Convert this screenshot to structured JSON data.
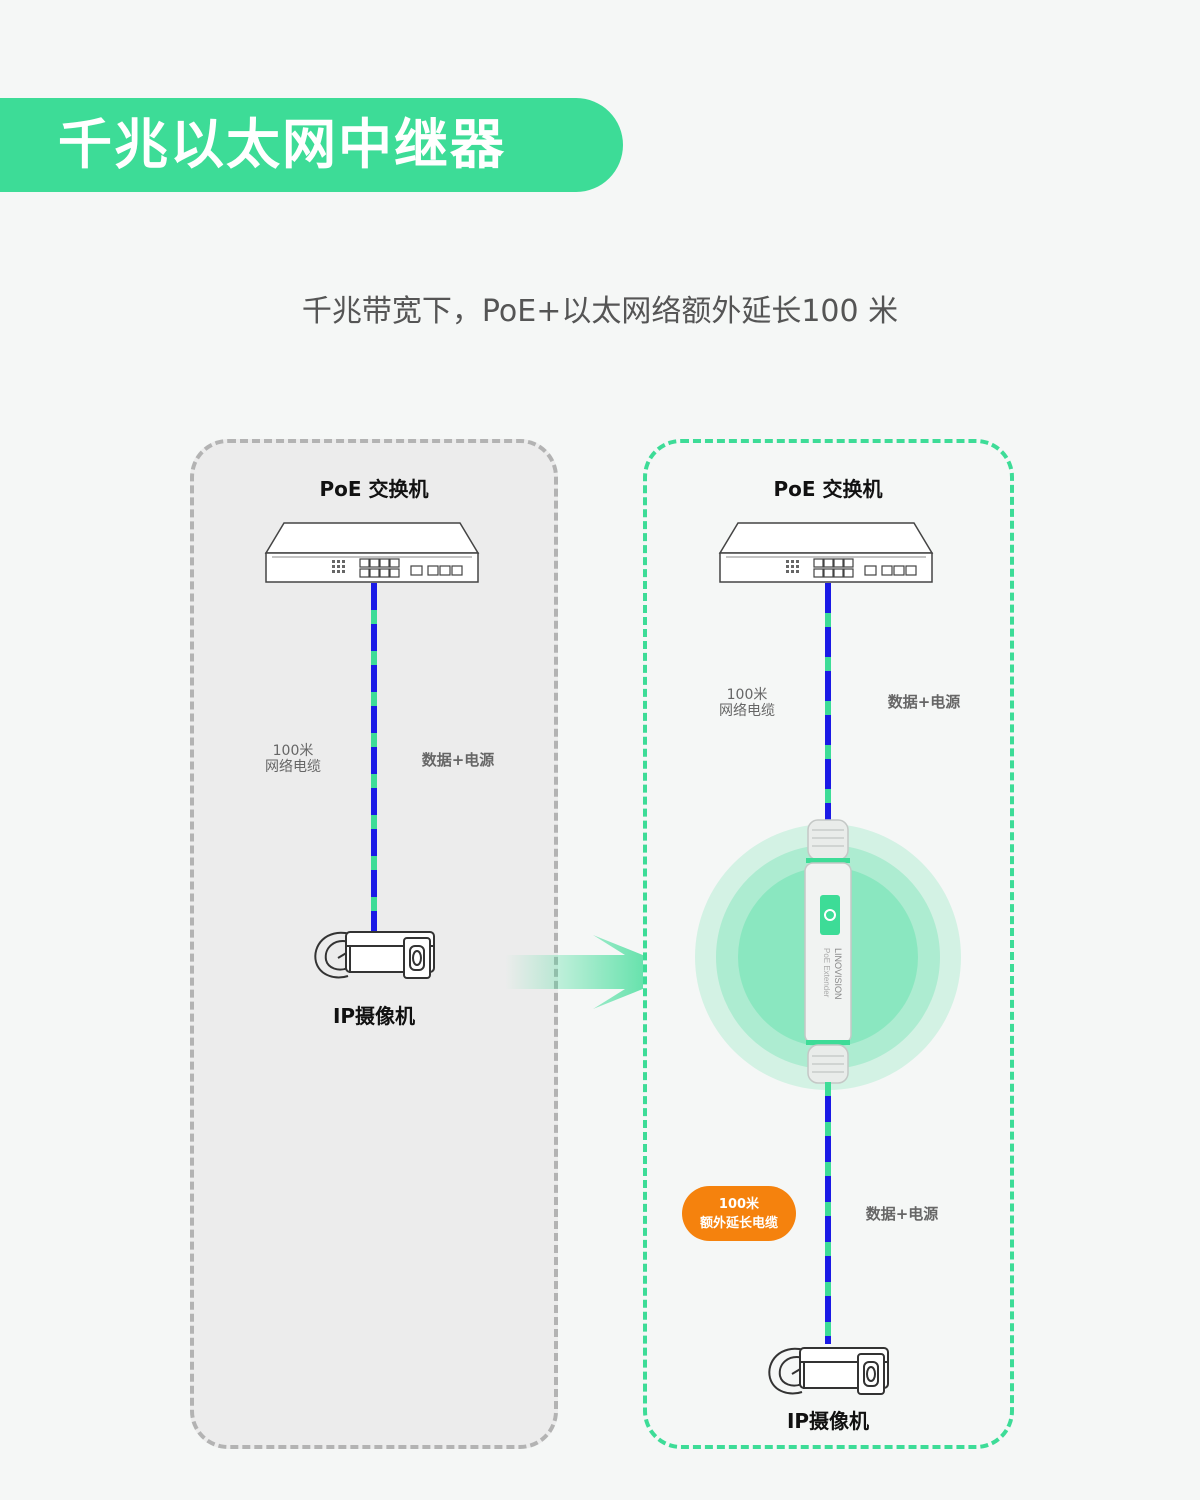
{
  "banner": {
    "title": "千兆以太网中继器"
  },
  "subtitle": "千兆带宽下，PoE+以太网络额外延长100 米",
  "colors": {
    "accent_green": "#3ddc97",
    "cable_blue": "#1a1ae6",
    "badge_orange": "#f5820d",
    "panel_left_border": "#b3b3b3"
  },
  "left_panel": {
    "switch_label": "PoE 交换机",
    "cable_label_line1": "100米",
    "cable_label_line2": "网络电缆",
    "data_label": "数据+电源",
    "camera_label": "IP摄像机"
  },
  "right_panel": {
    "switch_label": "PoE 交换机",
    "cable_label_line1": "100米",
    "cable_label_line2": "网络电缆",
    "data_label_top": "数据+电源",
    "extender_brand": "LINOVISION",
    "extender_text": "PoE Extender",
    "badge_line1": "100米",
    "badge_line2": "额外延长电缆",
    "data_label_bottom": "数据+电源",
    "camera_label": "IP摄像机"
  },
  "icons": {
    "switch": "poe-switch-icon",
    "camera": "ip-camera-icon",
    "arrow": "arrow-right-icon",
    "extender": "poe-extender-device"
  }
}
